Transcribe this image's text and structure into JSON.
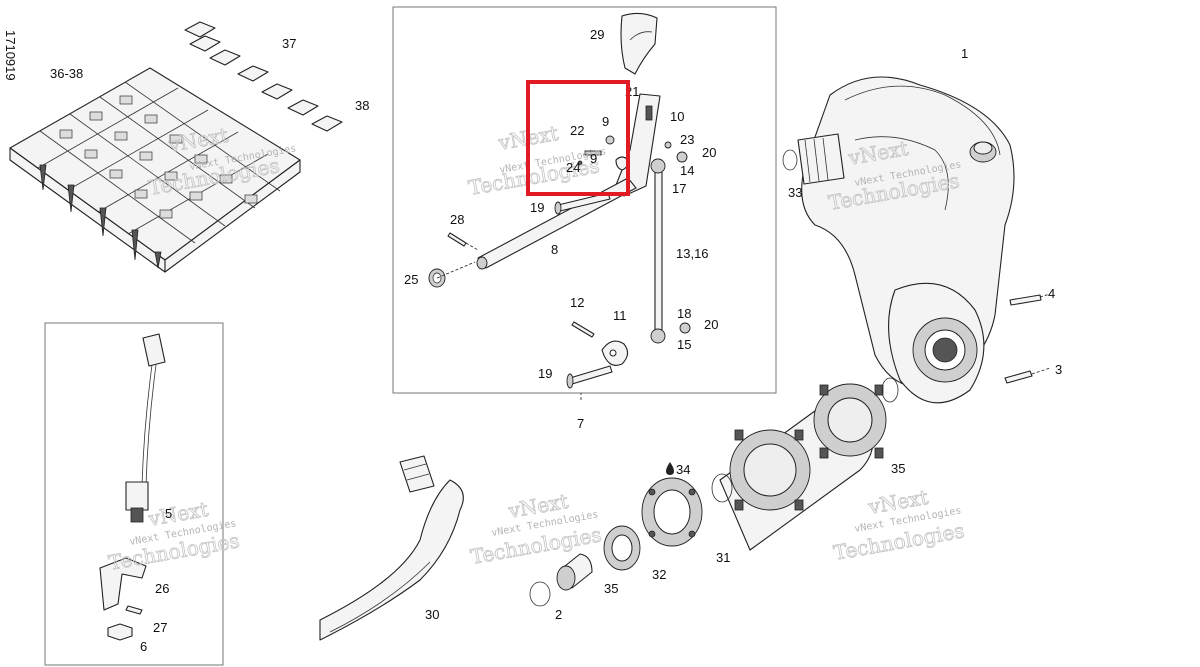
{
  "doc_id": "1710919",
  "watermark": {
    "line1": "vNext",
    "line2": "Technologies",
    "full": "vNext Technologies"
  },
  "callouts": [
    "36-38",
    "37",
    "38",
    "29",
    "21",
    "10",
    "9",
    "22",
    "24",
    "9",
    "23",
    "20",
    "14",
    "17",
    "19",
    "28",
    "8",
    "13,16",
    "25",
    "12",
    "11",
    "18",
    "20",
    "15",
    "19",
    "7",
    "1",
    "33",
    "4",
    "3",
    "34",
    "35",
    "5",
    "26",
    "27",
    "6",
    "30",
    "2",
    "35",
    "32",
    "31"
  ],
  "highlight": {
    "color": "#e01b24"
  }
}
